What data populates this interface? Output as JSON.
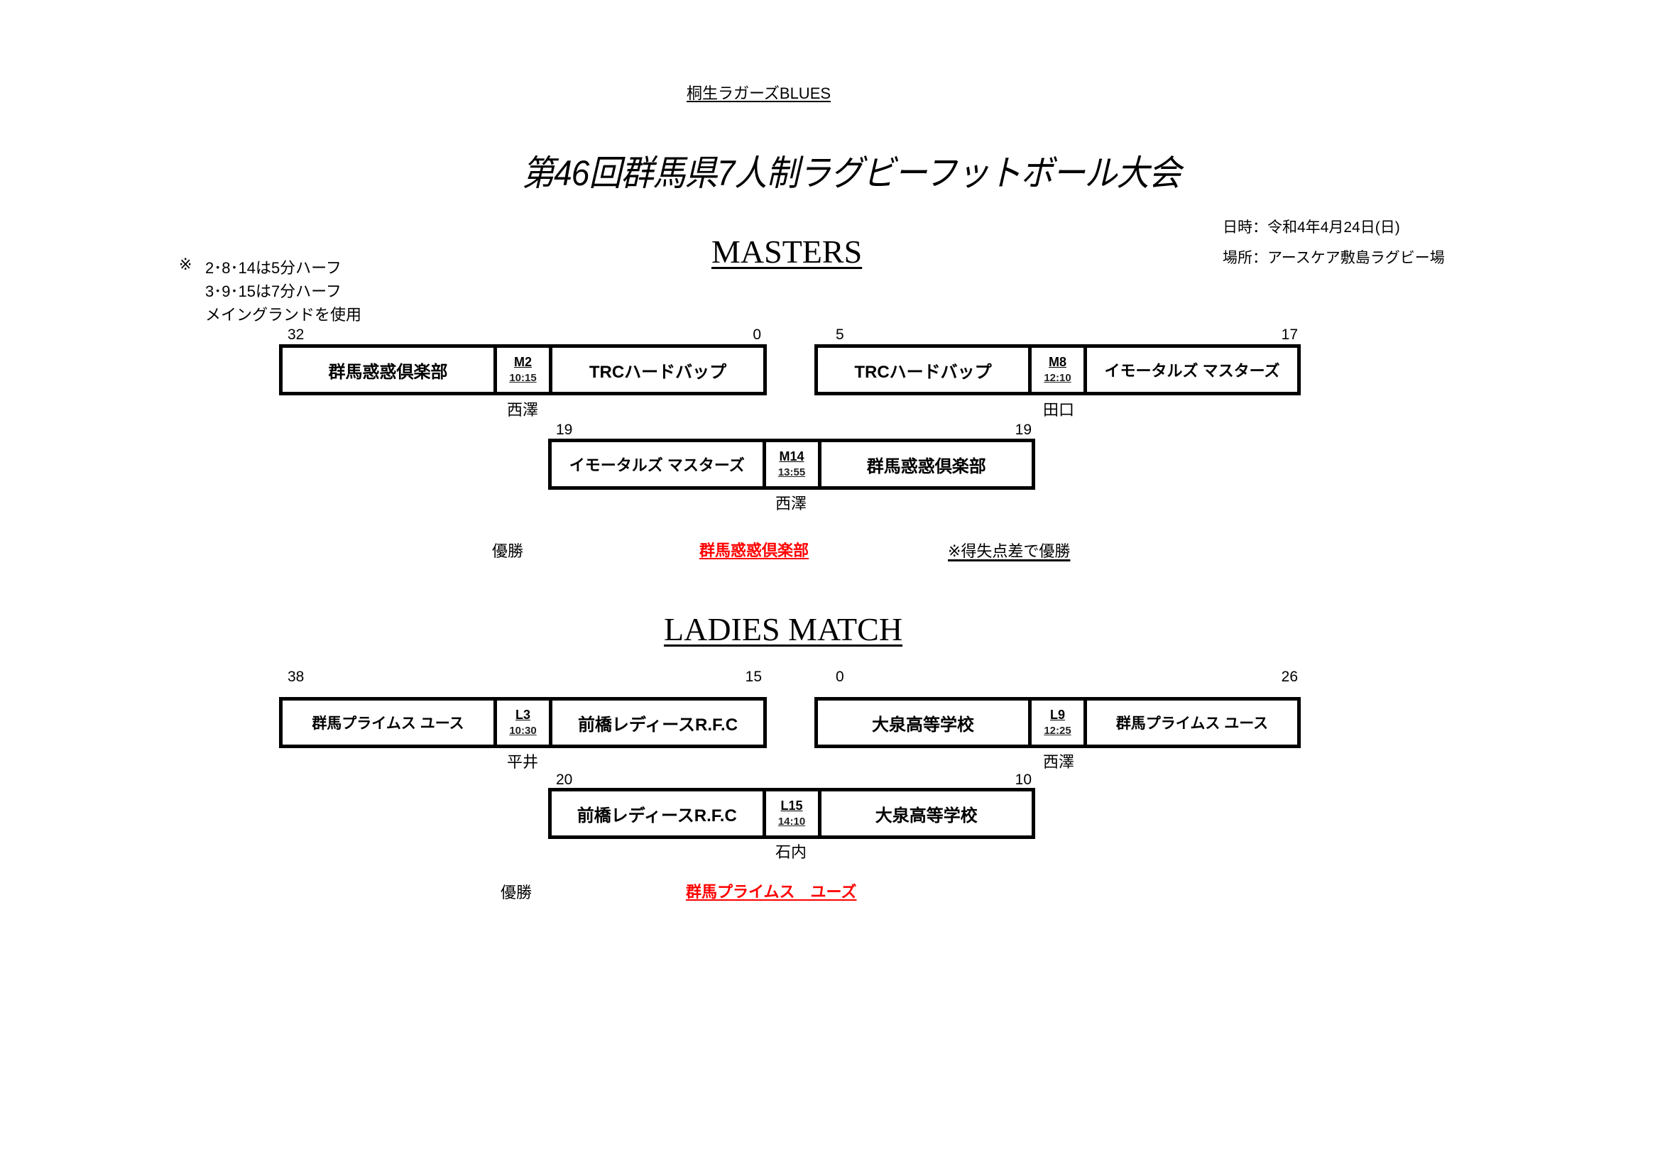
{
  "header": {
    "organizer": "桐生ラガーズBLUES",
    "title": "第46回群馬県7人制ラグビーフットボール大会",
    "date": "日時：令和4年4月24日(日)",
    "venue": "場所：アースケア敷島ラグビー場"
  },
  "notes": {
    "mark": "※",
    "lines": [
      "2･8･14は5分ハーフ",
      "3･9･15は7分ハーフ",
      "メイングランドを使用"
    ]
  },
  "masters": {
    "heading": "MASTERS",
    "matches": [
      {
        "code": "M2",
        "time": "10:15",
        "home": "群馬惑惑倶楽部",
        "away": "TRCハードバップ",
        "home_score": "32",
        "away_score": "0",
        "referee": "西澤"
      },
      {
        "code": "M8",
        "time": "12:10",
        "home": "TRCハードバップ",
        "away": "イモータルズ マスターズ",
        "home_score": "5",
        "away_score": "17",
        "referee": "田口"
      },
      {
        "code": "M14",
        "time": "13:55",
        "home": "イモータルズ マスターズ",
        "away": "群馬惑惑倶楽部",
        "home_score": "19",
        "away_score": "19",
        "referee": "西澤"
      }
    ],
    "champion_label": "優勝",
    "champion": "群馬惑惑倶楽部",
    "champion_note": "※得失点差で優勝"
  },
  "ladies": {
    "heading": "LADIES MATCH",
    "matches": [
      {
        "code": "L3",
        "time": "10:30",
        "home": "群馬プライムス ユース",
        "away": "前橋レディースR.F.C",
        "home_score": "38",
        "away_score": "15",
        "referee": "平井"
      },
      {
        "code": "L9",
        "time": "12:25",
        "home": "大泉高等学校",
        "away": "群馬プライムス ユース",
        "home_score": "0",
        "away_score": "26",
        "referee": "西澤"
      },
      {
        "code": "L15",
        "time": "14:10",
        "home": "前橋レディースR.F.C",
        "away": "大泉高等学校",
        "home_score": "20",
        "away_score": "10",
        "referee": "石内"
      }
    ],
    "champion_label": "優勝",
    "champion": "群馬プライムス　ユーズ"
  },
  "colors": {
    "champion": "#ff0000",
    "border": "#000000"
  }
}
